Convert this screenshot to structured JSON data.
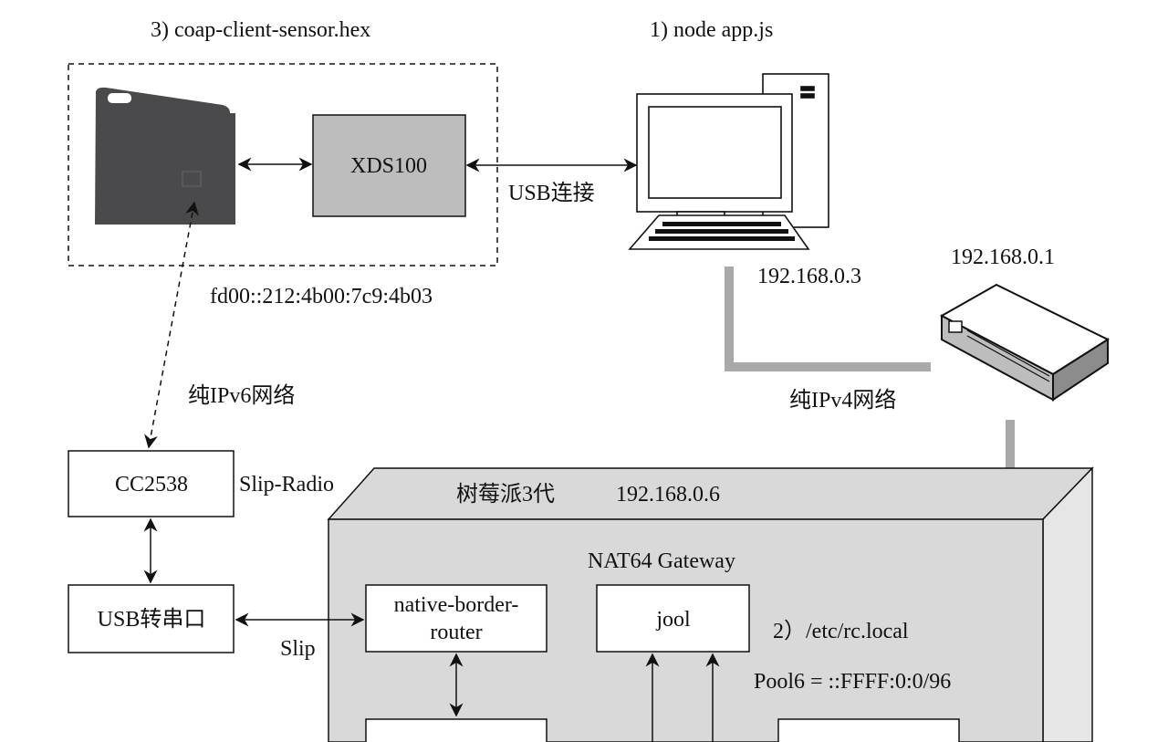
{
  "colors": {
    "line": "#111111",
    "gray_box": "#bdbdbd",
    "gateway_fill": "#d9d9d9",
    "gateway_side": "#e6e6e6",
    "ipv4_link": "#a9a9a9",
    "sensor_board": "#4a4a4c"
  },
  "labels": {
    "step3": "3) coap-client-sensor.hex",
    "step1": "1) node app.js",
    "xds100": "XDS100",
    "usb_conn": "USB连接",
    "pc_ip": "192.168.0.3",
    "router_ip": "192.168.0.1",
    "sensor_addr": "fd00::212:4b00:7c9:4b03",
    "ipv6_net": "纯IPv6网络",
    "ipv4_net": "纯IPv4网络",
    "cc2538": "CC2538",
    "slip_radio": "Slip-Radio",
    "usb_serial": "USB转串口",
    "slip": "Slip",
    "pi_name": "树莓派3代",
    "pi_ip": "192.168.0.6",
    "nat64": "NAT64 Gateway",
    "nbr_line1": "native-border-",
    "nbr_line2": "router",
    "jool": "jool",
    "rc_local": "2）/etc/rc.local",
    "pool6": "Pool6 = ::FFFF:0:0/96"
  },
  "icons": {
    "sensor": "sensor-board-icon",
    "pc": "desktop-computer-icon",
    "router": "router-icon"
  }
}
